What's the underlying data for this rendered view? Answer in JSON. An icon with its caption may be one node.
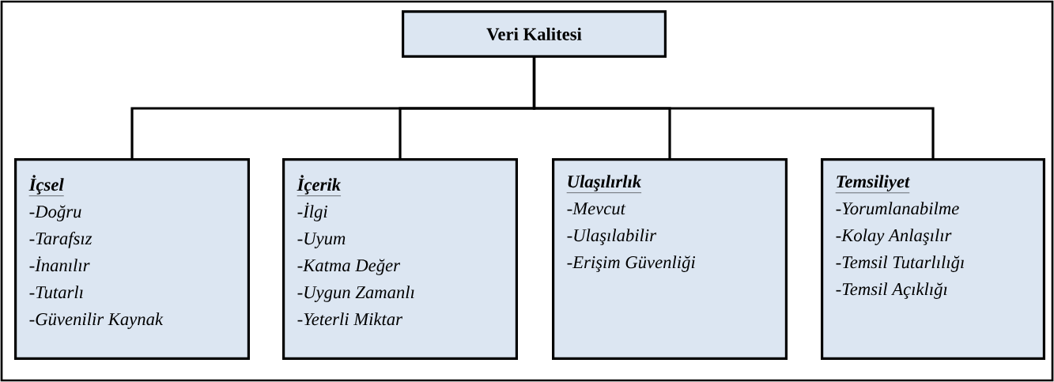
{
  "diagram": {
    "nodes": [
      {
        "text": [
          "Veri Kalitesi"
        ]
      },
      {
        "text": [
          "İçsel",
          "-Doğru",
          "-Tarafsız",
          "-İnanılır",
          "-Tutarlı",
          "-Güvenilir Kaynak"
        ]
      },
      {
        "text": [
          "İçerik",
          "-İlgi",
          "-Uyum",
          "-Katma Değer",
          "-Uygun Zamanlı",
          "-Yeterli Miktar"
        ]
      },
      {
        "text": [
          "Ulaşılırlık",
          "-Mevcut",
          "-Ulaşılabilir",
          "-Erişim Güvenliği"
        ]
      },
      {
        "text": [
          "Temsiliyet",
          "-Yorumlanabilme",
          "-Kolay Anlaşılır",
          "-Temsil Tutarlılığı",
          "-Temsil Açıklığı"
        ]
      }
    ],
    "edges": [
      {
        "from": 0,
        "to": 1,
        "arrow": "none"
      },
      {
        "from": 0,
        "to": 2,
        "arrow": "none"
      },
      {
        "from": 0,
        "to": 3,
        "arrow": "none"
      },
      {
        "from": 0,
        "to": 4,
        "arrow": "none"
      }
    ]
  }
}
